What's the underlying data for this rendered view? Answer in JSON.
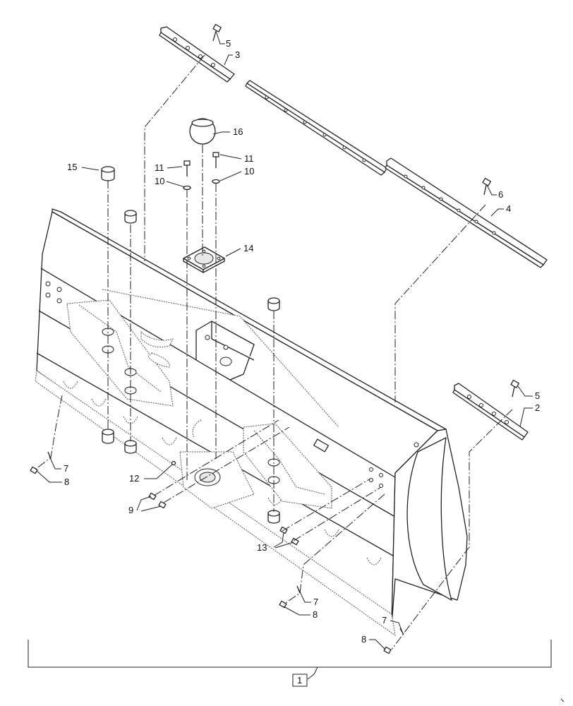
{
  "callouts": {
    "c1": "1",
    "c2": "2",
    "c3": "3",
    "c4": "4",
    "c5a": "5",
    "c5b": "5",
    "c6": "6",
    "c7a": "7",
    "c7b": "7",
    "c7c": "7",
    "c8a": "8",
    "c8b": "8",
    "c8c": "8",
    "c9": "9",
    "c10a": "10",
    "c10b": "10",
    "c11a": "11",
    "c11b": "11",
    "c12": "12",
    "c13": "13",
    "c14": "14",
    "c15": "15",
    "c16": "16"
  }
}
